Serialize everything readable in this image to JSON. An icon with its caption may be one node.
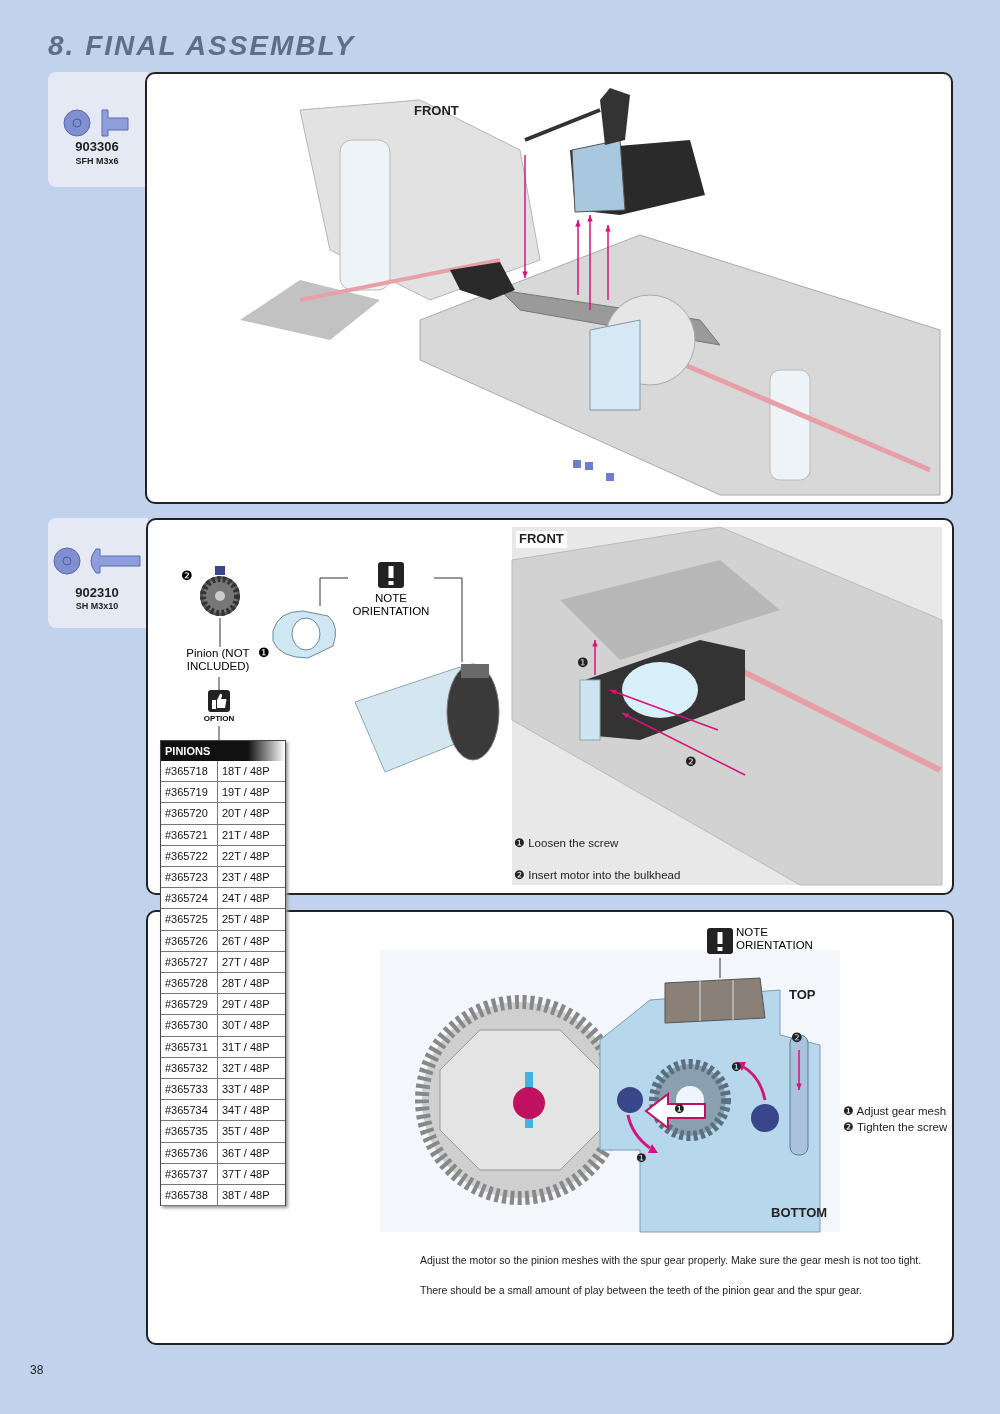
{
  "diagram": {
    "title": "8. FINAL ASSEMBLY",
    "nodes": [
      {
        "text": [
          "NOTE ORIENTATION"
        ]
      },
      {
        "text": [],
        "shape": "picture",
        "beside": [
          "❶"
        ]
      },
      {
        "text": [],
        "shape": "picture"
      },
      {
        "text": [],
        "shape": "picture",
        "beside": [
          "❷"
        ]
      },
      {
        "text": [
          "Pinion (NOT INCLUDED)"
        ]
      },
      {
        "text": [
          "OPTION"
        ]
      },
      {
        "text": [
          "PINIONS"
        ]
      },
      {
        "text": [
          "NOTE ORIENTATION"
        ]
      },
      {
        "text": [],
        "shape": "picture"
      }
    ],
    "edges": [
      {
        "from": 0,
        "to": 1,
        "arrow": "none"
      },
      {
        "from": 0,
        "to": 2,
        "arrow": "none"
      },
      {
        "from": 4,
        "to": 3,
        "arrow": "none"
      },
      {
        "from": 4,
        "to": 5,
        "arrow": "none"
      },
      {
        "from": 5,
        "to": 6,
        "arrow": "none"
      },
      {
        "from": 7,
        "to": 8,
        "arrow": "none"
      }
    ],
    "labels": [
      "903306",
      "SFH M3x6",
      "FRONT",
      "902310",
      "SH M3x10",
      "FRONT",
      "❶",
      "❷",
      "❶ Loosen the screw",
      "❷ Insert motor into the bulkhead",
      "#365718",
      "18T / 48P",
      "#365719",
      "19T / 48P",
      "#365720",
      "20T / 48P",
      "#365721",
      "21T / 48P",
      "#365722",
      "22T / 48P",
      "#365723",
      "23T / 48P",
      "#365724",
      "24T / 48P",
      "#365725",
      "25T / 48P",
      "#365726",
      "26T / 48P",
      "#365727",
      "27T / 48P",
      "#365728",
      "28T / 48P",
      "#365729",
      "29T / 48P",
      "#365730",
      "30T / 48P",
      "#365731",
      "31T / 48P",
      "#365732",
      "32T / 48P",
      "#365733",
      "33T / 48P",
      "#365734",
      "34T / 48P",
      "#365735",
      "35T / 48P",
      "#365736",
      "36T / 48P",
      "#365737",
      "37T / 48P",
      "#365738",
      "38T / 48P",
      "TOP",
      "❷",
      "❶",
      "❶",
      "❶",
      "BOTTOM",
      "❶ Adjust gear mesh",
      "❷ Tighten the screw",
      "Adjust the motor so the pinion meshes with the spur gear properly. Make sure the gear mesh is not too tight.",
      "There should be a small amount of play between the teeth of the pinion gear and the spur gear.",
      "38"
    ]
  }
}
